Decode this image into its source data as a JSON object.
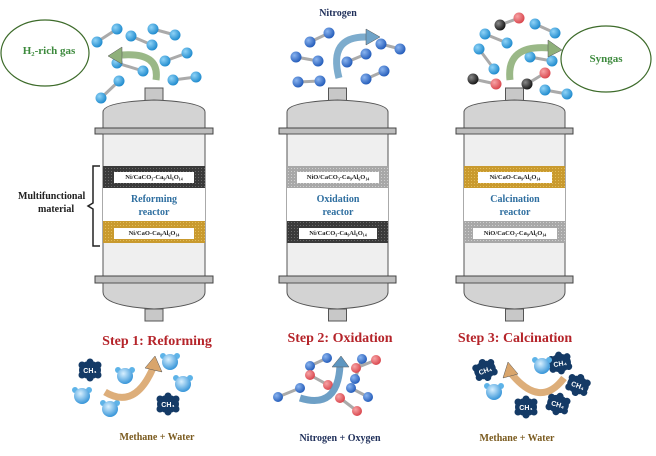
{
  "colors": {
    "green_text": "#3d8a3d",
    "step_red": "#b5242a",
    "reactor_blue": "#2f6fa0",
    "feed_brown": "#7a5a1e",
    "vessel_grey": "#d3d3d3",
    "vessel_body": "#efefef",
    "bed_dark": "#3a3a3a",
    "bed_gold": "#c99a2e",
    "bed_grey": "#a8a8a8",
    "h2_blue": "#2a9ad8",
    "n2_blue": "#2f72c8",
    "o_red": "#e2555a",
    "c_black": "#2a2a2a",
    "ch4_navy": "#143a66"
  },
  "side_label": {
    "line1": "Multifunctional",
    "line2": "material"
  },
  "reactors": [
    {
      "id": "reforming",
      "product_label": "H₂-rich gas",
      "reactor_name_line1": "Reforming",
      "reactor_name_line2": "reactor",
      "top_bed": {
        "label": "Ni/CaCO₃-Ca₉Al₆O₁₄",
        "type": "dark"
      },
      "bottom_bed": {
        "label": "Ni/CaO-Ca₉Al₆O₁₄",
        "type": "gold"
      },
      "step_label": "Step 1: Reforming",
      "feed_label": "Methane + Water"
    },
    {
      "id": "oxidation",
      "product_label": "Nitrogen",
      "reactor_name_line1": "Oxidation",
      "reactor_name_line2": "reactor",
      "top_bed": {
        "label": "NiO/CaCO₃-Ca₉Al₆O₁₄",
        "type": "grey"
      },
      "bottom_bed": {
        "label": "Ni/CaCO₃-Ca₉Al₆O₁₄",
        "type": "dark"
      },
      "step_label": "Step 2: Oxidation",
      "feed_label": "Nitrogen + Oxygen"
    },
    {
      "id": "calcination",
      "product_label": "Syngas",
      "reactor_name_line1": "Calcination",
      "reactor_name_line2": "reactor",
      "top_bed": {
        "label": "Ni/CaO-Ca₉Al₆O₁₄",
        "type": "gold"
      },
      "bottom_bed": {
        "label": "NiO/CaCO₃-Ca₉Al₆O₁₄",
        "type": "grey"
      },
      "step_label": "Step 3: Calcination",
      "feed_label": "Methane + Water"
    }
  ],
  "molecule_labels": {
    "methane": "CH₄"
  }
}
